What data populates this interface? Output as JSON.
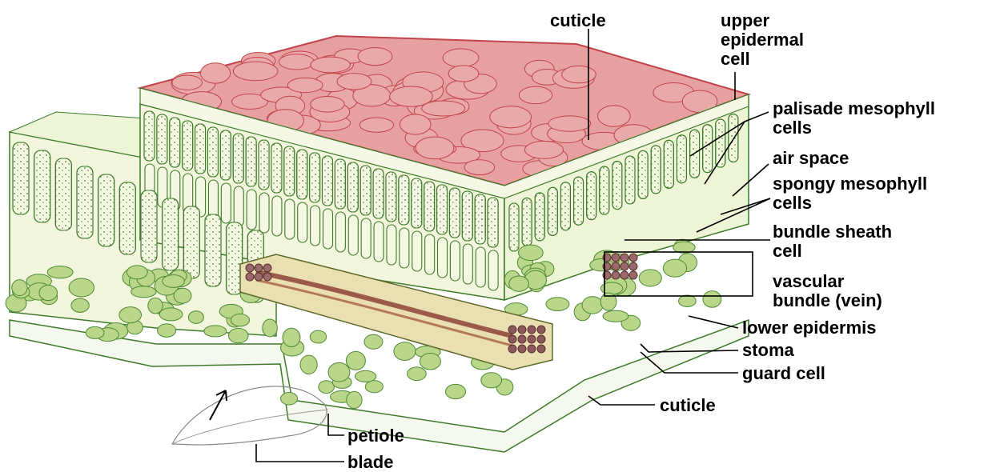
{
  "labels": {
    "cuticle_top": "cuticle",
    "upper_epidermal_cell": [
      "upper",
      "epidermal",
      "cell"
    ],
    "palisade_mesophyll": [
      "palisade mesophyll",
      "cells"
    ],
    "air_space": "air space",
    "spongy_mesophyll": [
      "spongy mesophyll",
      "cells"
    ],
    "bundle_sheath": [
      "bundle sheath",
      "cell"
    ],
    "vascular_bundle": [
      "vascular",
      "bundle (vein)"
    ],
    "lower_epidermis": "lower epidermis",
    "stoma": "stoma",
    "guard_cell": "guard cell",
    "cuticle_bottom": "cuticle",
    "petiole": "petiole",
    "blade": "blade"
  },
  "colors": {
    "cuticle_surface": "#e7a0a0",
    "cuticle_lines": "#c0444a",
    "palisade_fill": "#f2f6dc",
    "cell_outline": "#3f7a2a",
    "spongy_cells": "#b9d68a",
    "vein_fill": "#e9dfb0",
    "vein_core": "#9b5a4a",
    "lower_surface": "#f4f8ee"
  }
}
